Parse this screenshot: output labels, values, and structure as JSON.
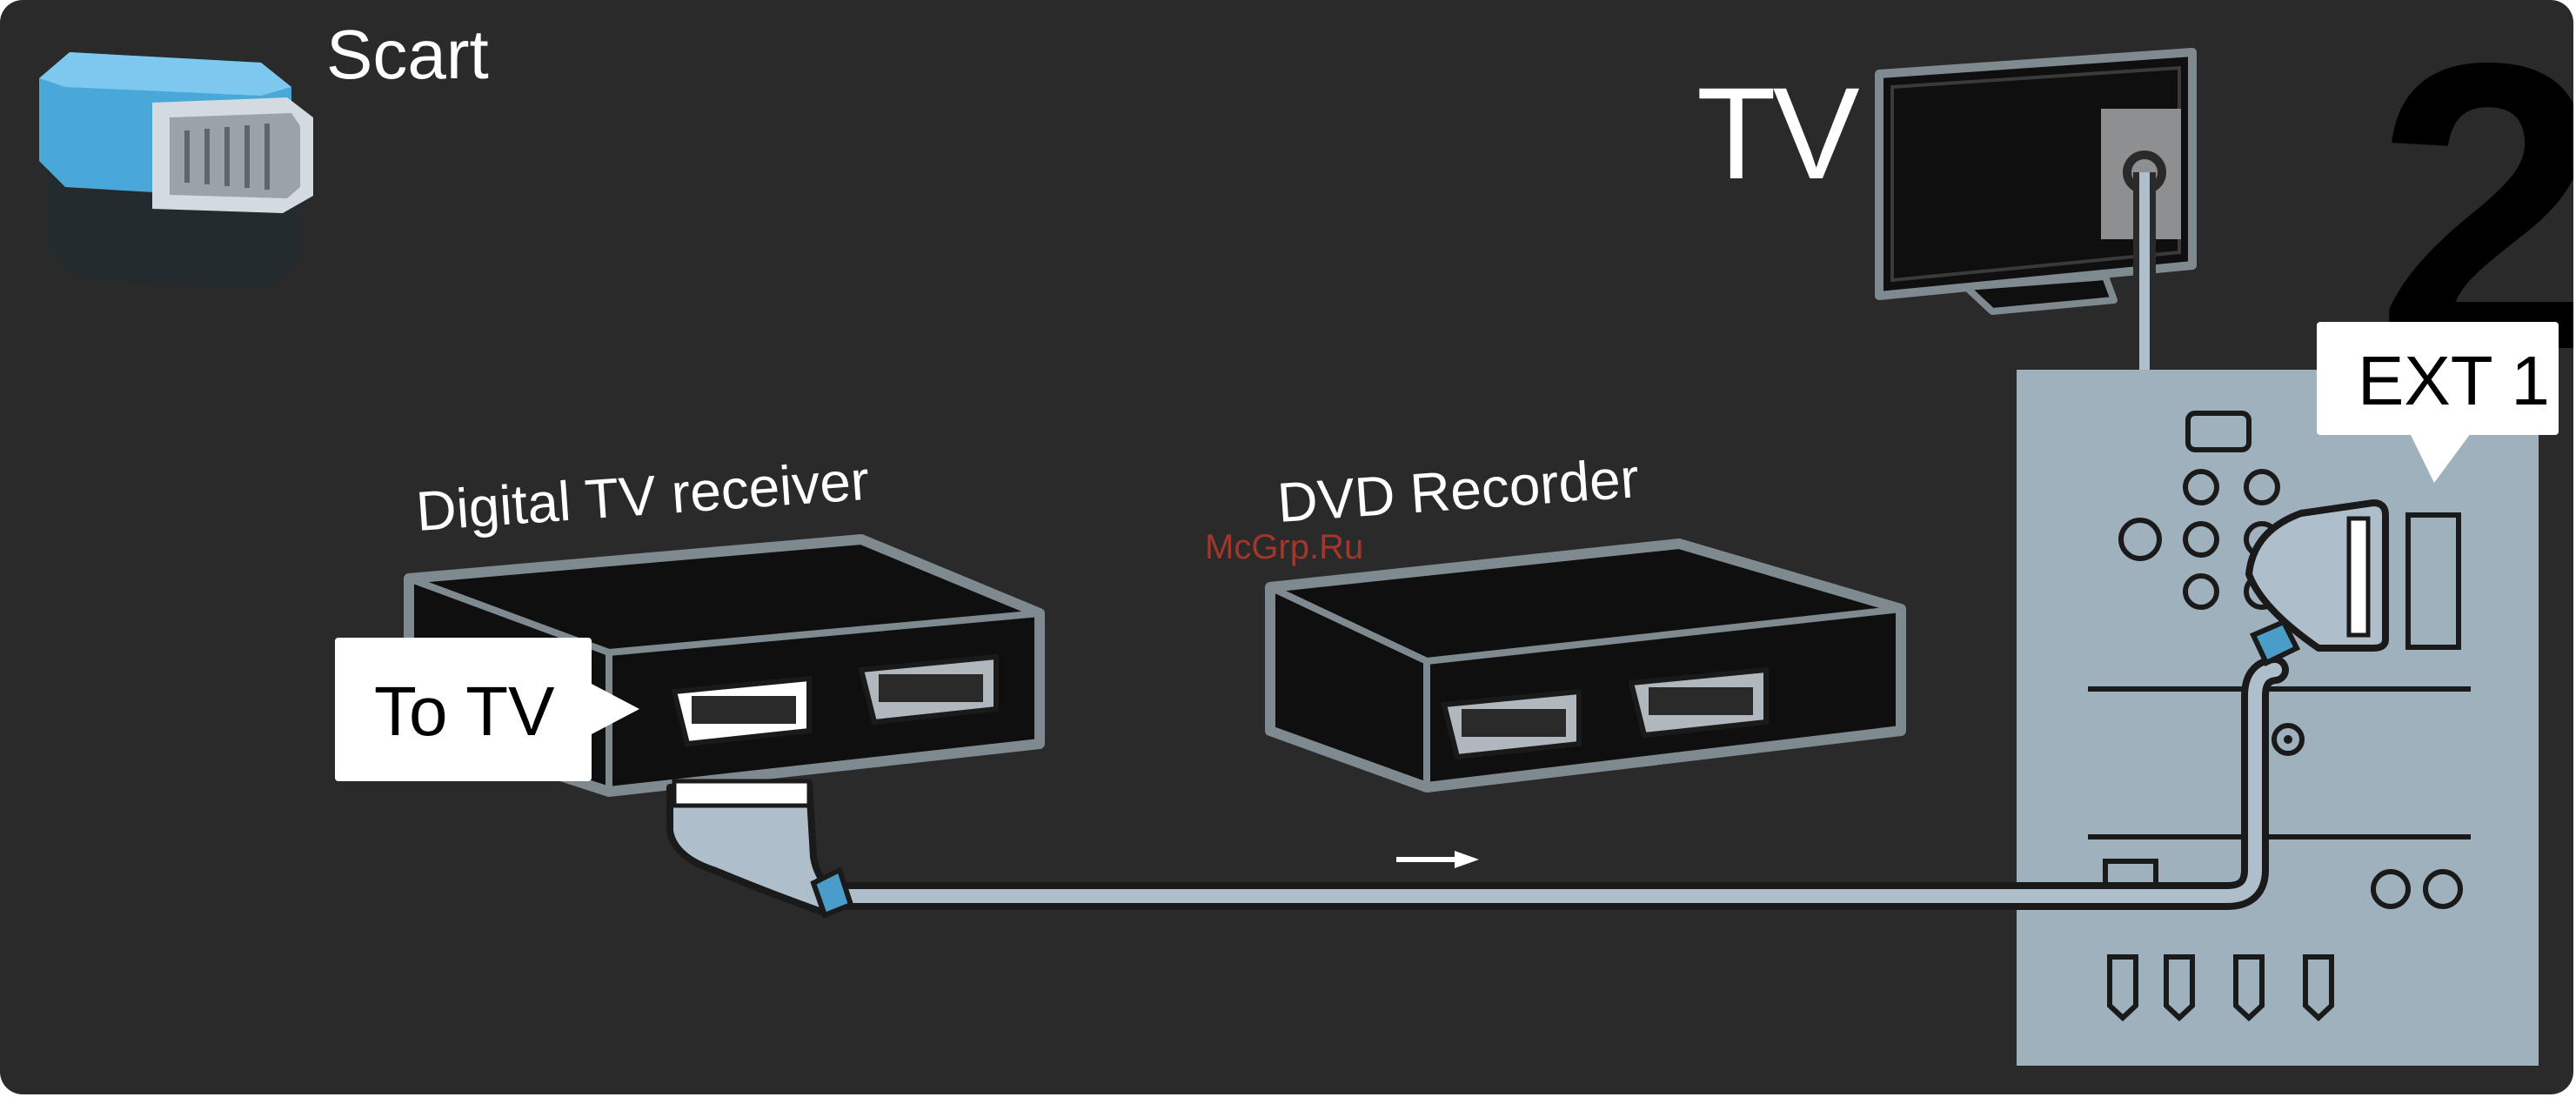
{
  "labels": {
    "scart": "Scart",
    "tv": "TV",
    "step": "2",
    "ext1": "EXT 1",
    "receiver": "Digital TV receiver",
    "recorder": "DVD Recorder",
    "to_tv": "To TV",
    "watermark": "McGrp.Ru"
  },
  "colors": {
    "background": "#2a2a2a",
    "panel": "#9fb1bd",
    "outline": "#7f8a90",
    "device": "#0f0f0f",
    "callout": "#ffffff",
    "watermark": "#c0392b",
    "cable": "#aebfcb"
  }
}
